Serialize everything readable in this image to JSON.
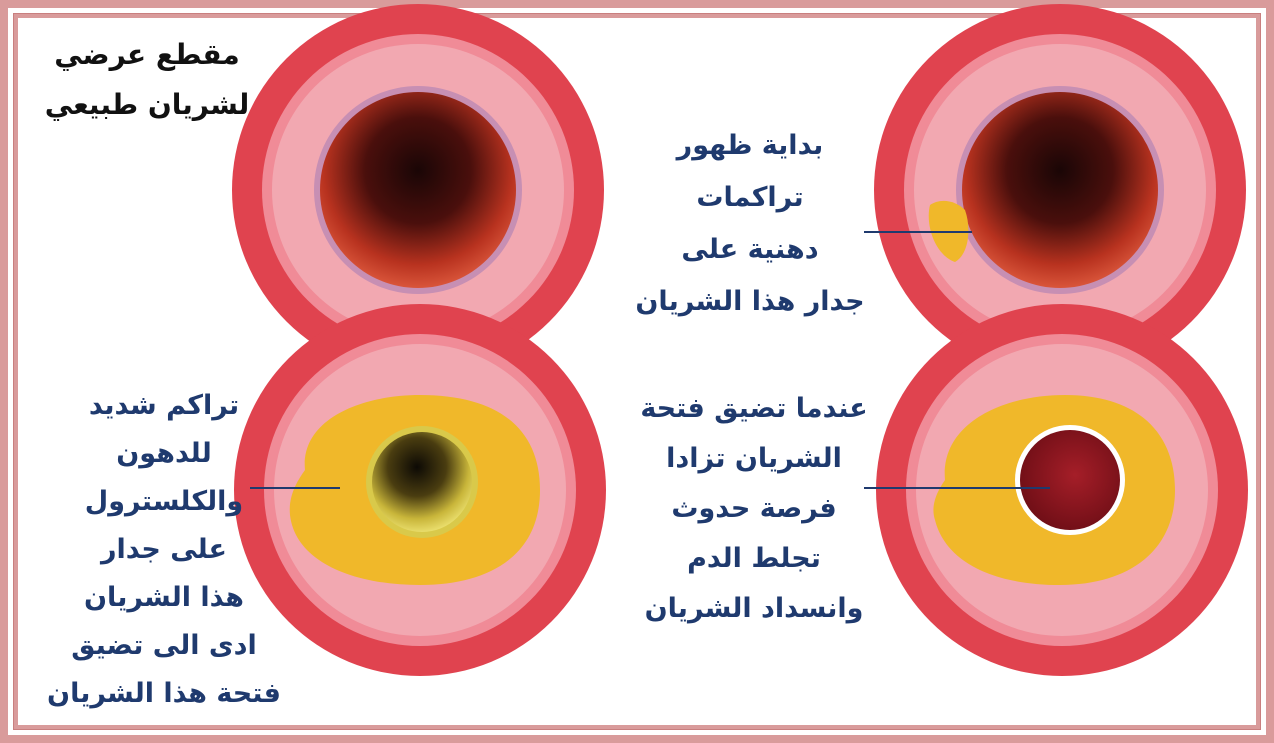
{
  "panels": {
    "normal": {
      "lines": [
        "مقطع عرضي",
        "لشريان طبيعي"
      ]
    },
    "early": {
      "lines": [
        "بداية ظهور",
        "تراكمات",
        "دهنية على",
        "جدار هذا الشريان"
      ]
    },
    "severe": {
      "lines": [
        "تراكم شديد",
        "للدهون",
        "والكلسترول",
        "على جدار",
        "هذا الشريان",
        "ادى الى  تضيق",
        "فتحة هذا الشريان"
      ]
    },
    "clot": {
      "lines": [
        "عندما تضيق فتحة",
        "الشريان تزادا",
        "فرصة حدوث",
        "تجلط الدم",
        "وانسداد الشريان"
      ]
    }
  },
  "colors": {
    "frame": "#d99b9b",
    "label_text": "#1f3a6e",
    "outer_wall": "#e0434f",
    "middle_wall": "#f2a1ab",
    "plaque": "#f0b82a",
    "clot": "#8e1620"
  }
}
